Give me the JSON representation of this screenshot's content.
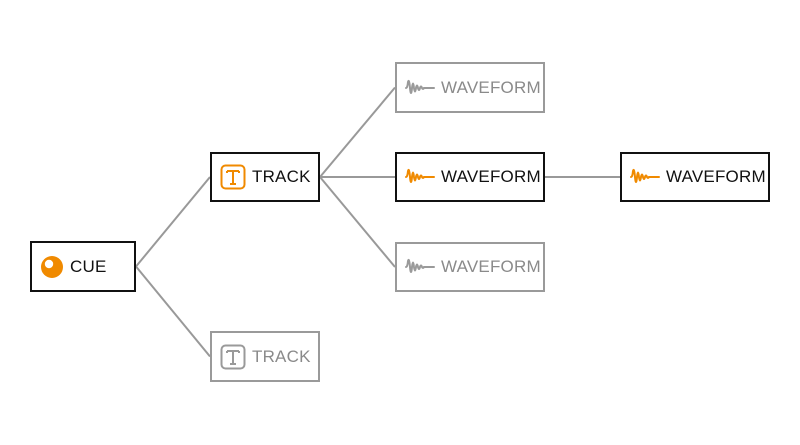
{
  "colors": {
    "accent": "#f08a00",
    "inactive": "#9a9a9a",
    "active_text": "#111111",
    "edge": "#999999"
  },
  "nodes": {
    "cue": {
      "label": "CUE",
      "icon": "circle-dot-icon",
      "state": "active"
    },
    "track_1": {
      "label": "TRACK",
      "icon": "text-t-icon",
      "state": "active"
    },
    "track_2": {
      "label": "TRACK",
      "icon": "text-t-icon",
      "state": "inactive"
    },
    "waveform_top": {
      "label": "WAVEFORM",
      "icon": "waveform-icon",
      "state": "inactive"
    },
    "waveform_mid": {
      "label": "WAVEFORM",
      "icon": "waveform-icon",
      "state": "active"
    },
    "waveform_bottom": {
      "label": "WAVEFORM",
      "icon": "waveform-icon",
      "state": "inactive"
    },
    "waveform_right": {
      "label": "WAVEFORM",
      "icon": "waveform-icon",
      "state": "active"
    }
  },
  "edges": [
    [
      "cue",
      "track_1"
    ],
    [
      "cue",
      "track_2"
    ],
    [
      "track_1",
      "waveform_top"
    ],
    [
      "track_1",
      "waveform_mid"
    ],
    [
      "track_1",
      "waveform_bottom"
    ],
    [
      "waveform_mid",
      "waveform_right"
    ]
  ]
}
